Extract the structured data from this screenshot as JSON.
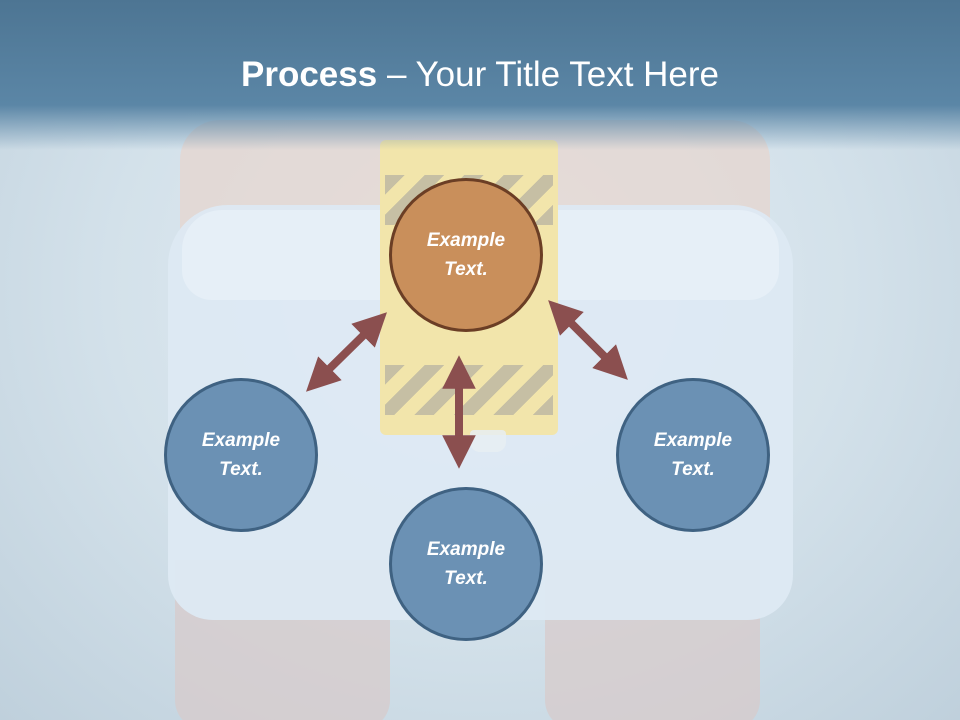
{
  "title": {
    "bold": "Process",
    "rest": " – Your Title Text Here"
  },
  "nodes": {
    "top": "Example Text.",
    "left": "Example Text.",
    "right": "Example Text.",
    "bottom": "Example Text."
  },
  "colors": {
    "title_bar": "#5b86a6",
    "center_fill": "#c98f5b",
    "center_border": "#6b3e25",
    "side_fill": "#6b91b4",
    "side_border": "#3f6282",
    "arrow": "#8b4f4f"
  }
}
